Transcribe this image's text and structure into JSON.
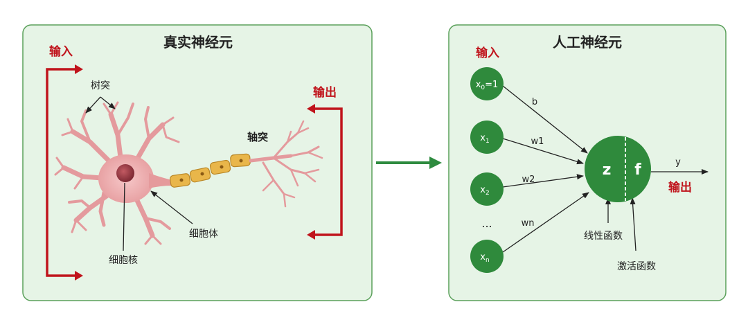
{
  "left_panel": {
    "title": "真实神经元",
    "input_label": "输入",
    "output_label": "输出",
    "dendrite_label": "树突",
    "axon_label": "轴突",
    "soma_label": "细胞体",
    "nucleus_label": "细胞核"
  },
  "right_panel": {
    "title": "人工神经元",
    "input_label": "输入",
    "output_label": "输出",
    "inputs": [
      {
        "base": "x",
        "sub": "0",
        "suffix": "=1"
      },
      {
        "base": "x",
        "sub": "1",
        "suffix": ""
      },
      {
        "base": "x",
        "sub": "2",
        "suffix": ""
      },
      {
        "base": "x",
        "sub": "n",
        "suffix": ""
      }
    ],
    "ellipsis": "...",
    "weights": [
      "b",
      "w1",
      "w2",
      "wn"
    ],
    "neuron_z": "z",
    "neuron_f": "f",
    "output_var": "y",
    "linear_label": "线性函数",
    "activation_label": "激活函数"
  },
  "colors": {
    "panel_bg": "#e6f4e6",
    "panel_border": "#5aa05a",
    "node_green": "#2f8a3c",
    "label_red": "#c0141c",
    "center_arrow": "#2e8b3f",
    "neuron_pink": "#e8a0a2",
    "myelin": "#e9b64a"
  }
}
